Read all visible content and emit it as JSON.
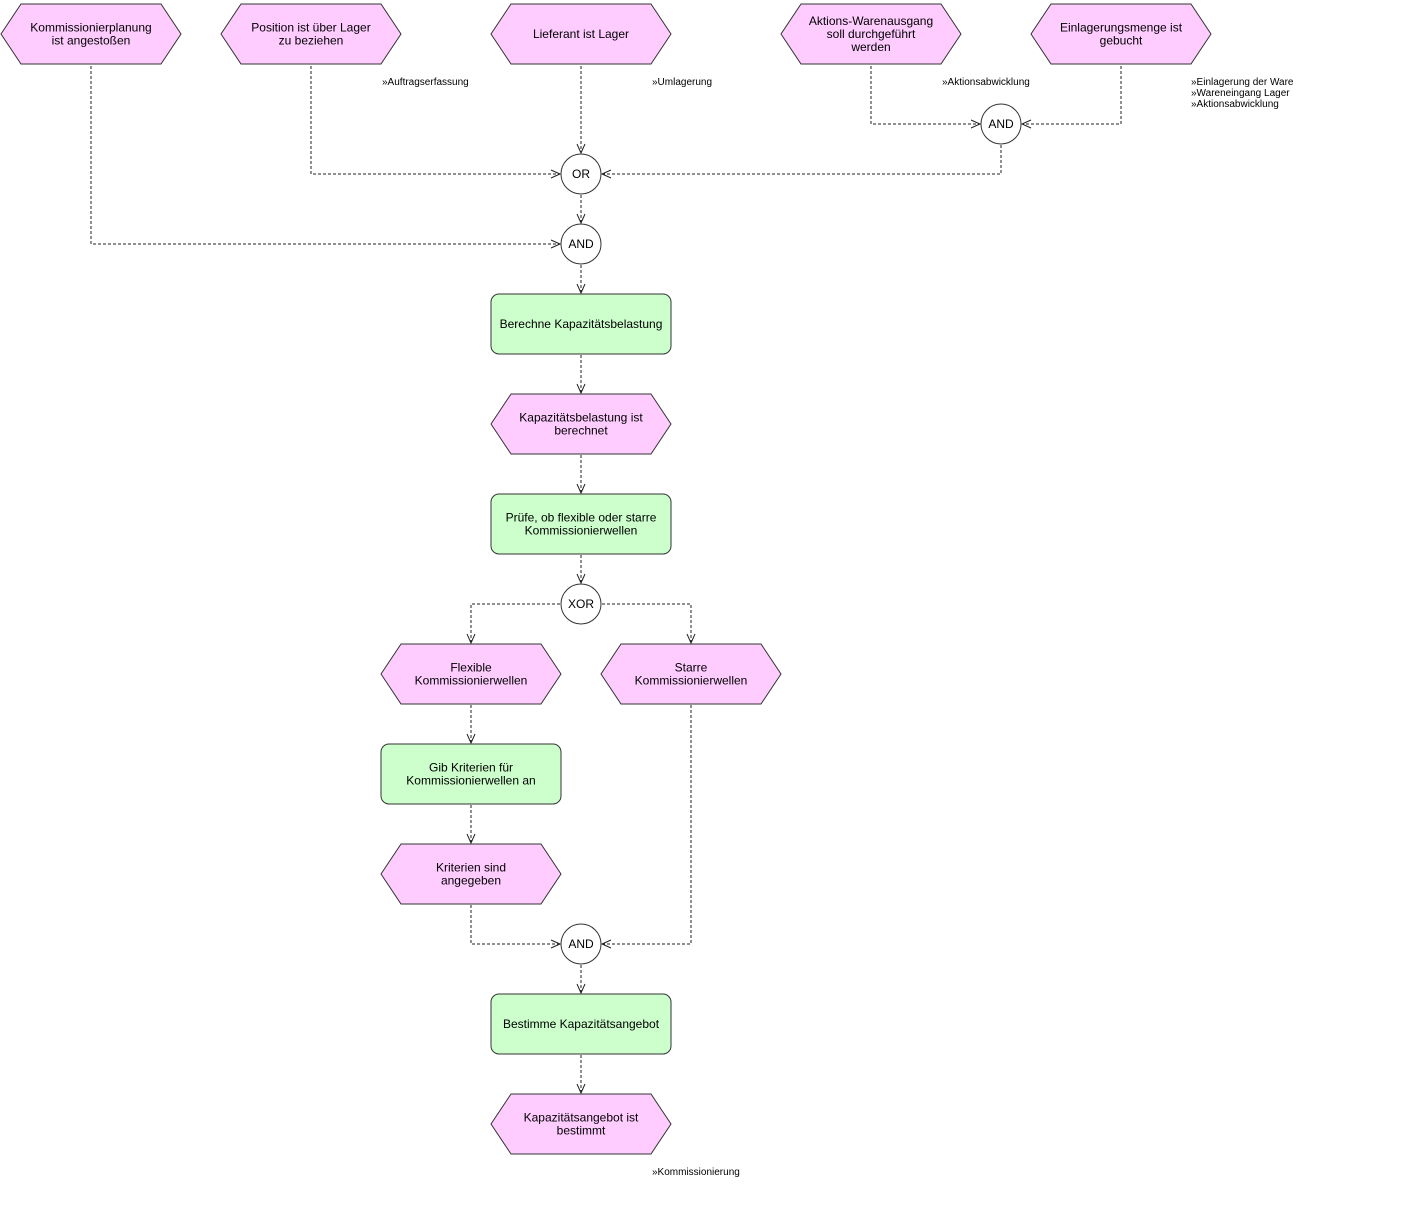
{
  "colors": {
    "event": "#ffccff",
    "function": "#ccffcc",
    "connector": "#ffffff",
    "line": "#222222"
  },
  "events": {
    "e1": [
      "Kommissionierplanung",
      "ist angestoßen"
    ],
    "e2": [
      "Position ist über Lager",
      "zu beziehen"
    ],
    "e3": [
      "Lieferant ist Lager"
    ],
    "e4": [
      "Aktions-Warenausgang",
      "soll durchgeführt",
      "werden"
    ],
    "e5": [
      "Einlagerungsmenge ist",
      "gebucht"
    ],
    "e6": [
      "Kapazitätsbelastung ist",
      "berechnet"
    ],
    "e7": [
      "Flexible",
      "Kommissionierwellen"
    ],
    "e8": [
      "Starre",
      "Kommissionierwellen"
    ],
    "e9": [
      "Kriterien sind",
      "angegeben"
    ],
    "e10": [
      "Kapazitätsangebot ist",
      "bestimmt"
    ]
  },
  "functions": {
    "f1": [
      "Berechne Kapazitätsbelastung"
    ],
    "f2": [
      "Prüfe, ob flexible oder starre",
      "Kommissionierwellen"
    ],
    "f3": [
      "Gib Kriterien für",
      "Kommissionierwellen an"
    ],
    "f4": [
      "Bestimme Kapazitätsangebot"
    ]
  },
  "connectors": {
    "c1": "AND",
    "c2": "OR",
    "c3": "AND",
    "c4": "XOR",
    "c5": "AND"
  },
  "process_links": {
    "l1": [
      "»Auftragserfassung"
    ],
    "l2": [
      "»Umlagerung"
    ],
    "l3": [
      "»Aktionsabwicklung"
    ],
    "l4": [
      "»Einlagerung der Ware",
      "»Wareneingang Lager",
      "»Aktionsabwicklung"
    ],
    "l5": [
      "»Kommissionierung"
    ]
  }
}
